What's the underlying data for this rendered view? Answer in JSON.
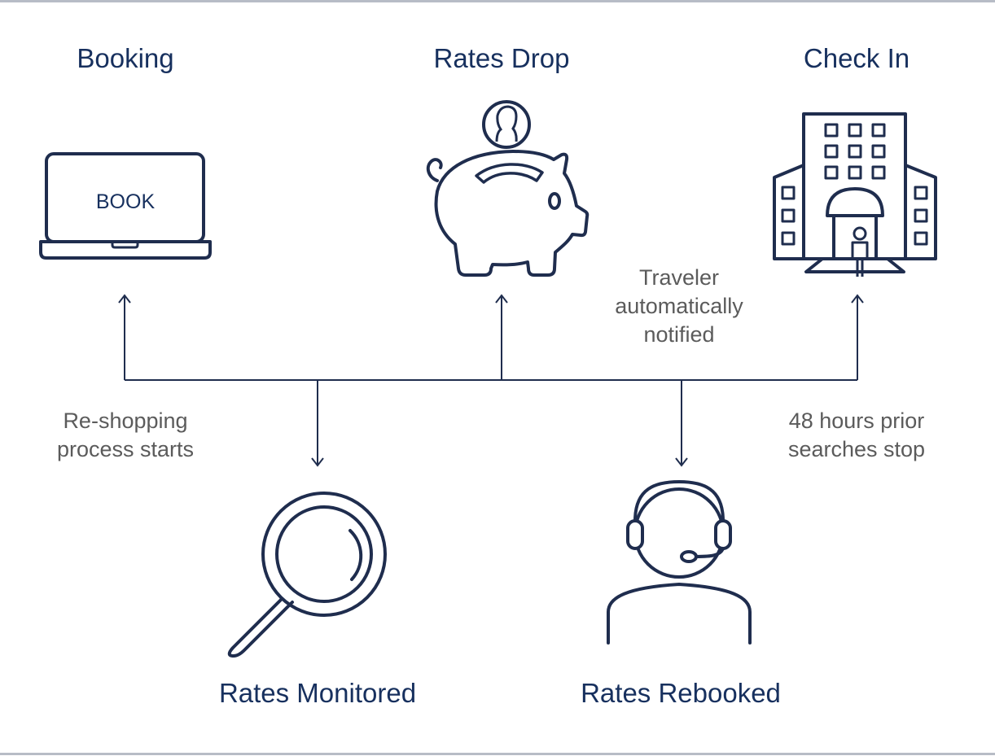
{
  "stages": {
    "booking": "Booking",
    "rates_drop": "Rates Drop",
    "check_in": "Check In",
    "rates_monitored": "Rates Monitored",
    "rates_rebooked": "Rates Rebooked"
  },
  "laptop_screen_text": "BOOK",
  "notes": {
    "reshopping": [
      "Re-shopping",
      "process starts"
    ],
    "traveler": [
      "Traveler",
      "automatically",
      "notified"
    ],
    "hours_prior": [
      "48 hours prior",
      "searches stop"
    ]
  },
  "colors": {
    "icon_navy": "#1f2d4e",
    "title_navy": "#17305e",
    "note_gray": "#5b5b5b",
    "rule_gray": "#b7bcc6"
  },
  "icons": [
    "laptop-icon",
    "piggy-bank-icon",
    "coin-icon",
    "hotel-building-icon",
    "magnifier-icon",
    "headset-agent-icon"
  ]
}
